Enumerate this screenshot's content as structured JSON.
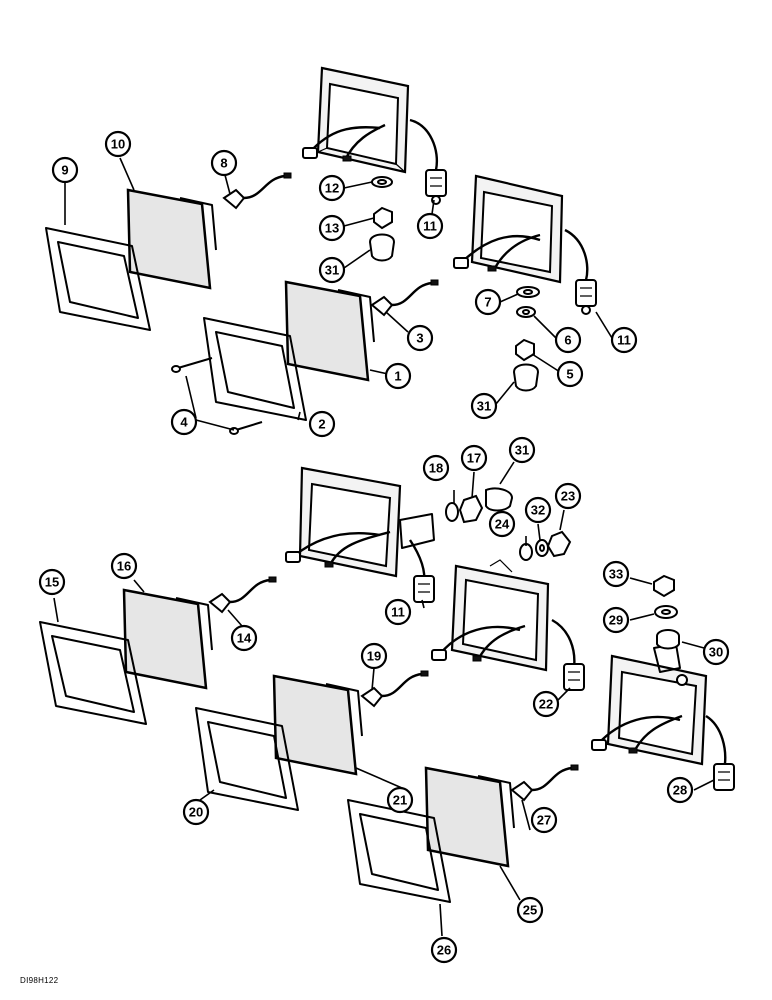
{
  "figure_code": "DI98H122",
  "callouts": [
    "1",
    "2",
    "3",
    "4",
    "5",
    "6",
    "7",
    "8",
    "9",
    "10",
    "11",
    "11",
    "11",
    "12",
    "13",
    "14",
    "15",
    "16",
    "17",
    "18",
    "19",
    "20",
    "21",
    "22",
    "23",
    "24",
    "25",
    "26",
    "27",
    "28",
    "29",
    "30",
    "31",
    "31",
    "31",
    "32",
    "33"
  ]
}
